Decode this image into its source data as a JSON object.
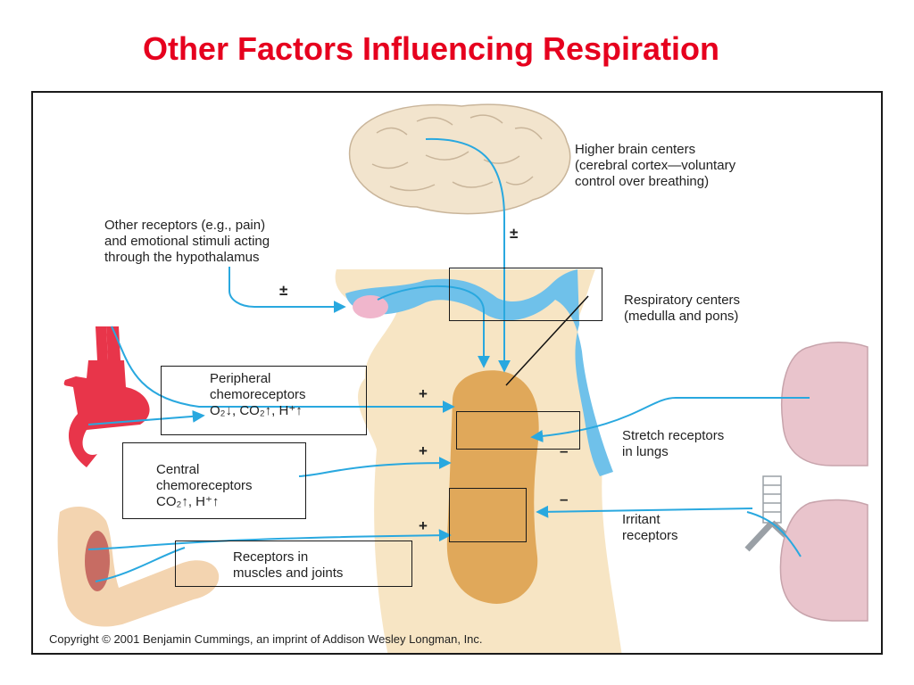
{
  "slide": {
    "title": "Other Factors Influencing Respiration"
  },
  "diagram": {
    "labels": {
      "higher_brain": [
        "Higher brain centers",
        "(cerebral cortex—voluntary",
        "control over breathing)"
      ],
      "other_receptors": [
        "Other receptors (e.g., pain)",
        "and emotional stimuli acting",
        "through the hypothalamus"
      ],
      "respiratory_centers": [
        "Respiratory centers",
        "(medulla and pons)"
      ],
      "peripheral": [
        "Peripheral",
        "chemoreceptors",
        "O₂↓, CO₂↑, H⁺↑"
      ],
      "central": [
        "Central",
        "chemoreceptors",
        "CO₂↑, H⁺↑"
      ],
      "stretch": [
        "Stretch receptors",
        "in lungs"
      ],
      "irritant": [
        "Irritant",
        "receptors"
      ],
      "muscles": [
        "Receptors in",
        "muscles and joints"
      ]
    },
    "signs": {
      "brain": "±",
      "hypothalamus": "±",
      "peripheral": "+",
      "central": "+",
      "muscles": "+",
      "stretch": "–",
      "irritant": "–"
    },
    "copyright": "Copyright © 2001 Benjamin Cummings, an imprint of Addison Wesley Longman, Inc.",
    "colors": {
      "title": "#e6001e",
      "arrow": "#29a8df",
      "brain": "#f2e4cd",
      "brainstem": "#f7e5c4",
      "medulla": "#e0a85a",
      "ventricle": "#6fc1ea",
      "hypothalamus": "#f0b6cc",
      "aorta": "#e8354a",
      "lung": "#e9c4cc",
      "arm": "#f3d4b0"
    }
  }
}
